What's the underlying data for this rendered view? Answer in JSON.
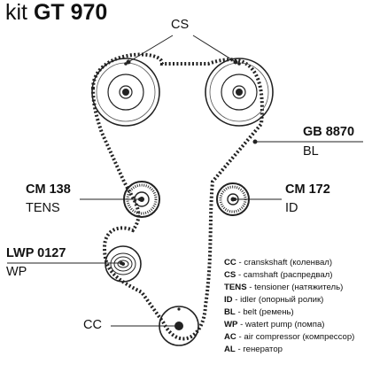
{
  "title": {
    "prefix": "kit",
    "code": "GT 970"
  },
  "labels": {
    "cs": "CS",
    "gb": {
      "code": "GB 8870",
      "name": "BL"
    },
    "cm138": {
      "code": "CM 138",
      "name": "TENS"
    },
    "cm172": {
      "code": "CM 172",
      "name": "ID"
    },
    "lwp": {
      "code": "LWP 0127",
      "name": "WP"
    },
    "cc": "CC"
  },
  "legend": [
    {
      "abbr": "CC",
      "desc": " - cranskshaft (коленвал)"
    },
    {
      "abbr": "CS",
      "desc": " - camshaft (распредвал)"
    },
    {
      "abbr": "TENS",
      "desc": " - tensioner (натяжитель)"
    },
    {
      "abbr": "ID",
      "desc": " - idler (опорный ролик)"
    },
    {
      "abbr": "BL",
      "desc": " - belt (ремень)"
    },
    {
      "abbr": "WP",
      "desc": " - watert pump (помпа)"
    },
    {
      "abbr": "AC",
      "desc": " - air compressor (компрессор)"
    },
    {
      "abbr": "AL",
      "desc": " - генератор"
    }
  ]
}
